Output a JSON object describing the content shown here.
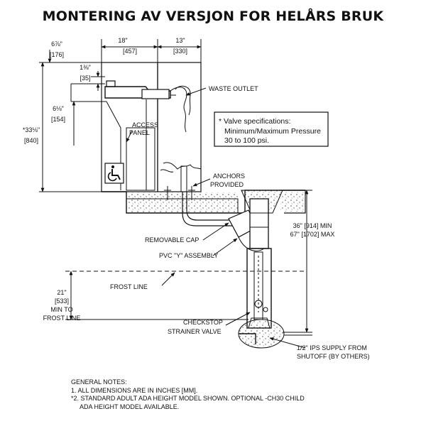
{
  "title": "MONTERING AV VERSJON FOR HELÅRS BRUK",
  "dimensions": {
    "top_width_left": {
      "imperial": "18\"",
      "metric": "[457]"
    },
    "top_width_right": {
      "imperial": "13\"",
      "metric": "[330]"
    },
    "top_left": {
      "imperial": "6⅞\"",
      "metric": "[176]"
    },
    "bowl_height": {
      "imperial": "1⅜\"",
      "metric": "[35]"
    },
    "front_height": {
      "imperial": "6⅛\"",
      "metric": "[154]"
    },
    "overall_height": {
      "imperial": "*33⅛\"",
      "metric": "[840]"
    },
    "bury_depth": {
      "line1": "36\" [914] MIN",
      "line2": "67\" [1702] MAX"
    },
    "frost": {
      "line1": "21\"",
      "line2": "[533]",
      "line3": "MIN TO",
      "line4": "FROST LINE"
    }
  },
  "callouts": {
    "waste_outlet": "WASTE OUTLET",
    "access_panel_1": "ACCESS",
    "access_panel_2": "PANEL",
    "anchors_1": "ANCHORS",
    "anchors_2": "PROVIDED",
    "removable_cap": "REMOVABLE CAP",
    "pvc_y": "PVC \"Y\" ASSEMBLY",
    "frost_line": "FROST LINE",
    "checkstop_1": "CHECKSTOP",
    "checkstop_2": "STRAINER VALVE",
    "ips_1": "1/2\" IPS SUPPLY FROM",
    "ips_2": "SHUTOFF (BY OTHERS)"
  },
  "spec_box": {
    "line1": "* Valve specifications:",
    "line2": "Minimum/Maximum Pressure",
    "line3": "30 to 100 psi."
  },
  "notes": {
    "heading": "GENERAL NOTES:",
    "note1": "1. ALL DIMENSIONS ARE IN INCHES [MM].",
    "note2a": "*2. STANDARD ADULT ADA HEIGHT MODEL SHOWN. OPTIONAL -CH30 CHILD",
    "note2b": "ADA HEIGHT MODEL AVAILABLE."
  },
  "icons": {
    "accessibility": "wheelchair-icon"
  }
}
